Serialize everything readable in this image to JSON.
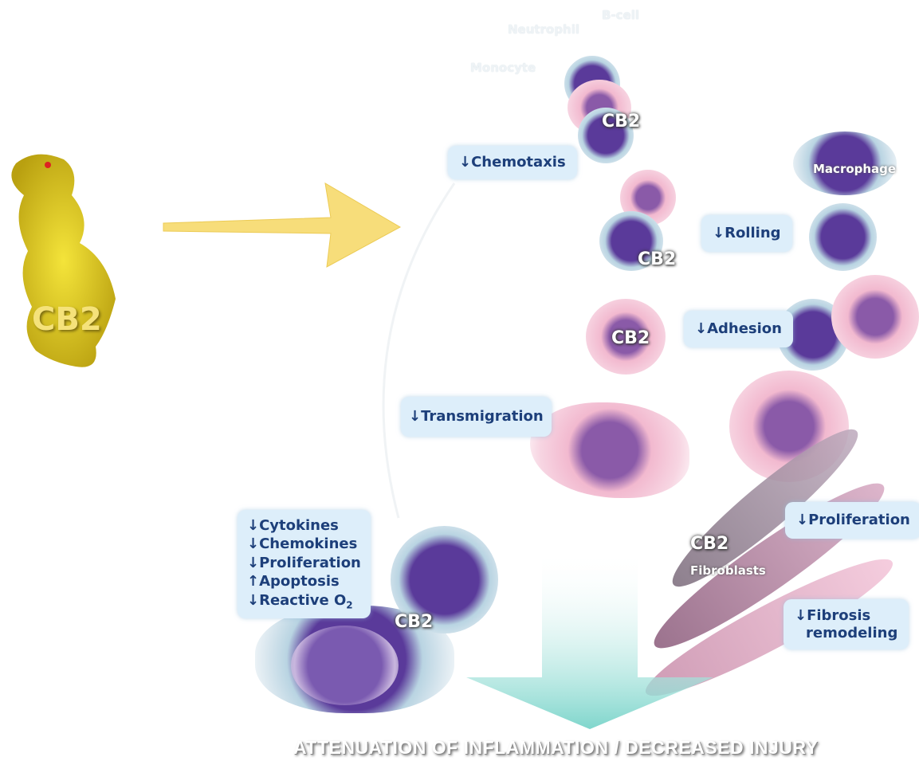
{
  "receptor": {
    "label": "CB2",
    "color": "#e8d21a"
  },
  "leukocyte_labels": {
    "bcell": "B-cell",
    "neutrophil": "Neutrophil",
    "monocyte": "Monocyte"
  },
  "cb2_labels": {
    "top": "CB2",
    "rolling": "CB2",
    "adhesion": "CB2",
    "fibroblast": "CB2",
    "macrophage": "CB2"
  },
  "macrophage_label": "Macrophage",
  "callouts": {
    "chemotaxis": "↓Chemotaxis",
    "rolling": "↓Rolling",
    "adhesion": "↓Adhesion",
    "transmigration": "↓Transmigration",
    "proliferation": "↓Proliferation",
    "fibrosis_line1": "↓Fibrosis",
    "fibrosis_line2": "remodeling"
  },
  "macrophage_effects": [
    "↓Cytokines",
    "↓Chemokines",
    "↓Proliferation",
    "↑Apoptosis",
    "↓Reactive O"
  ],
  "reactive_subscript": "2",
  "fibroblasts_label": "Fibroblasts",
  "outcome_title": "ATTENUATION OF INFLAMMATION / DECREASED INJURY",
  "colors": {
    "arrow": "#f7dd7a",
    "outcome_arrow": "#7fd6cc",
    "callout_bg": "#ddeefa",
    "callout_text": "#1d3f7a"
  }
}
